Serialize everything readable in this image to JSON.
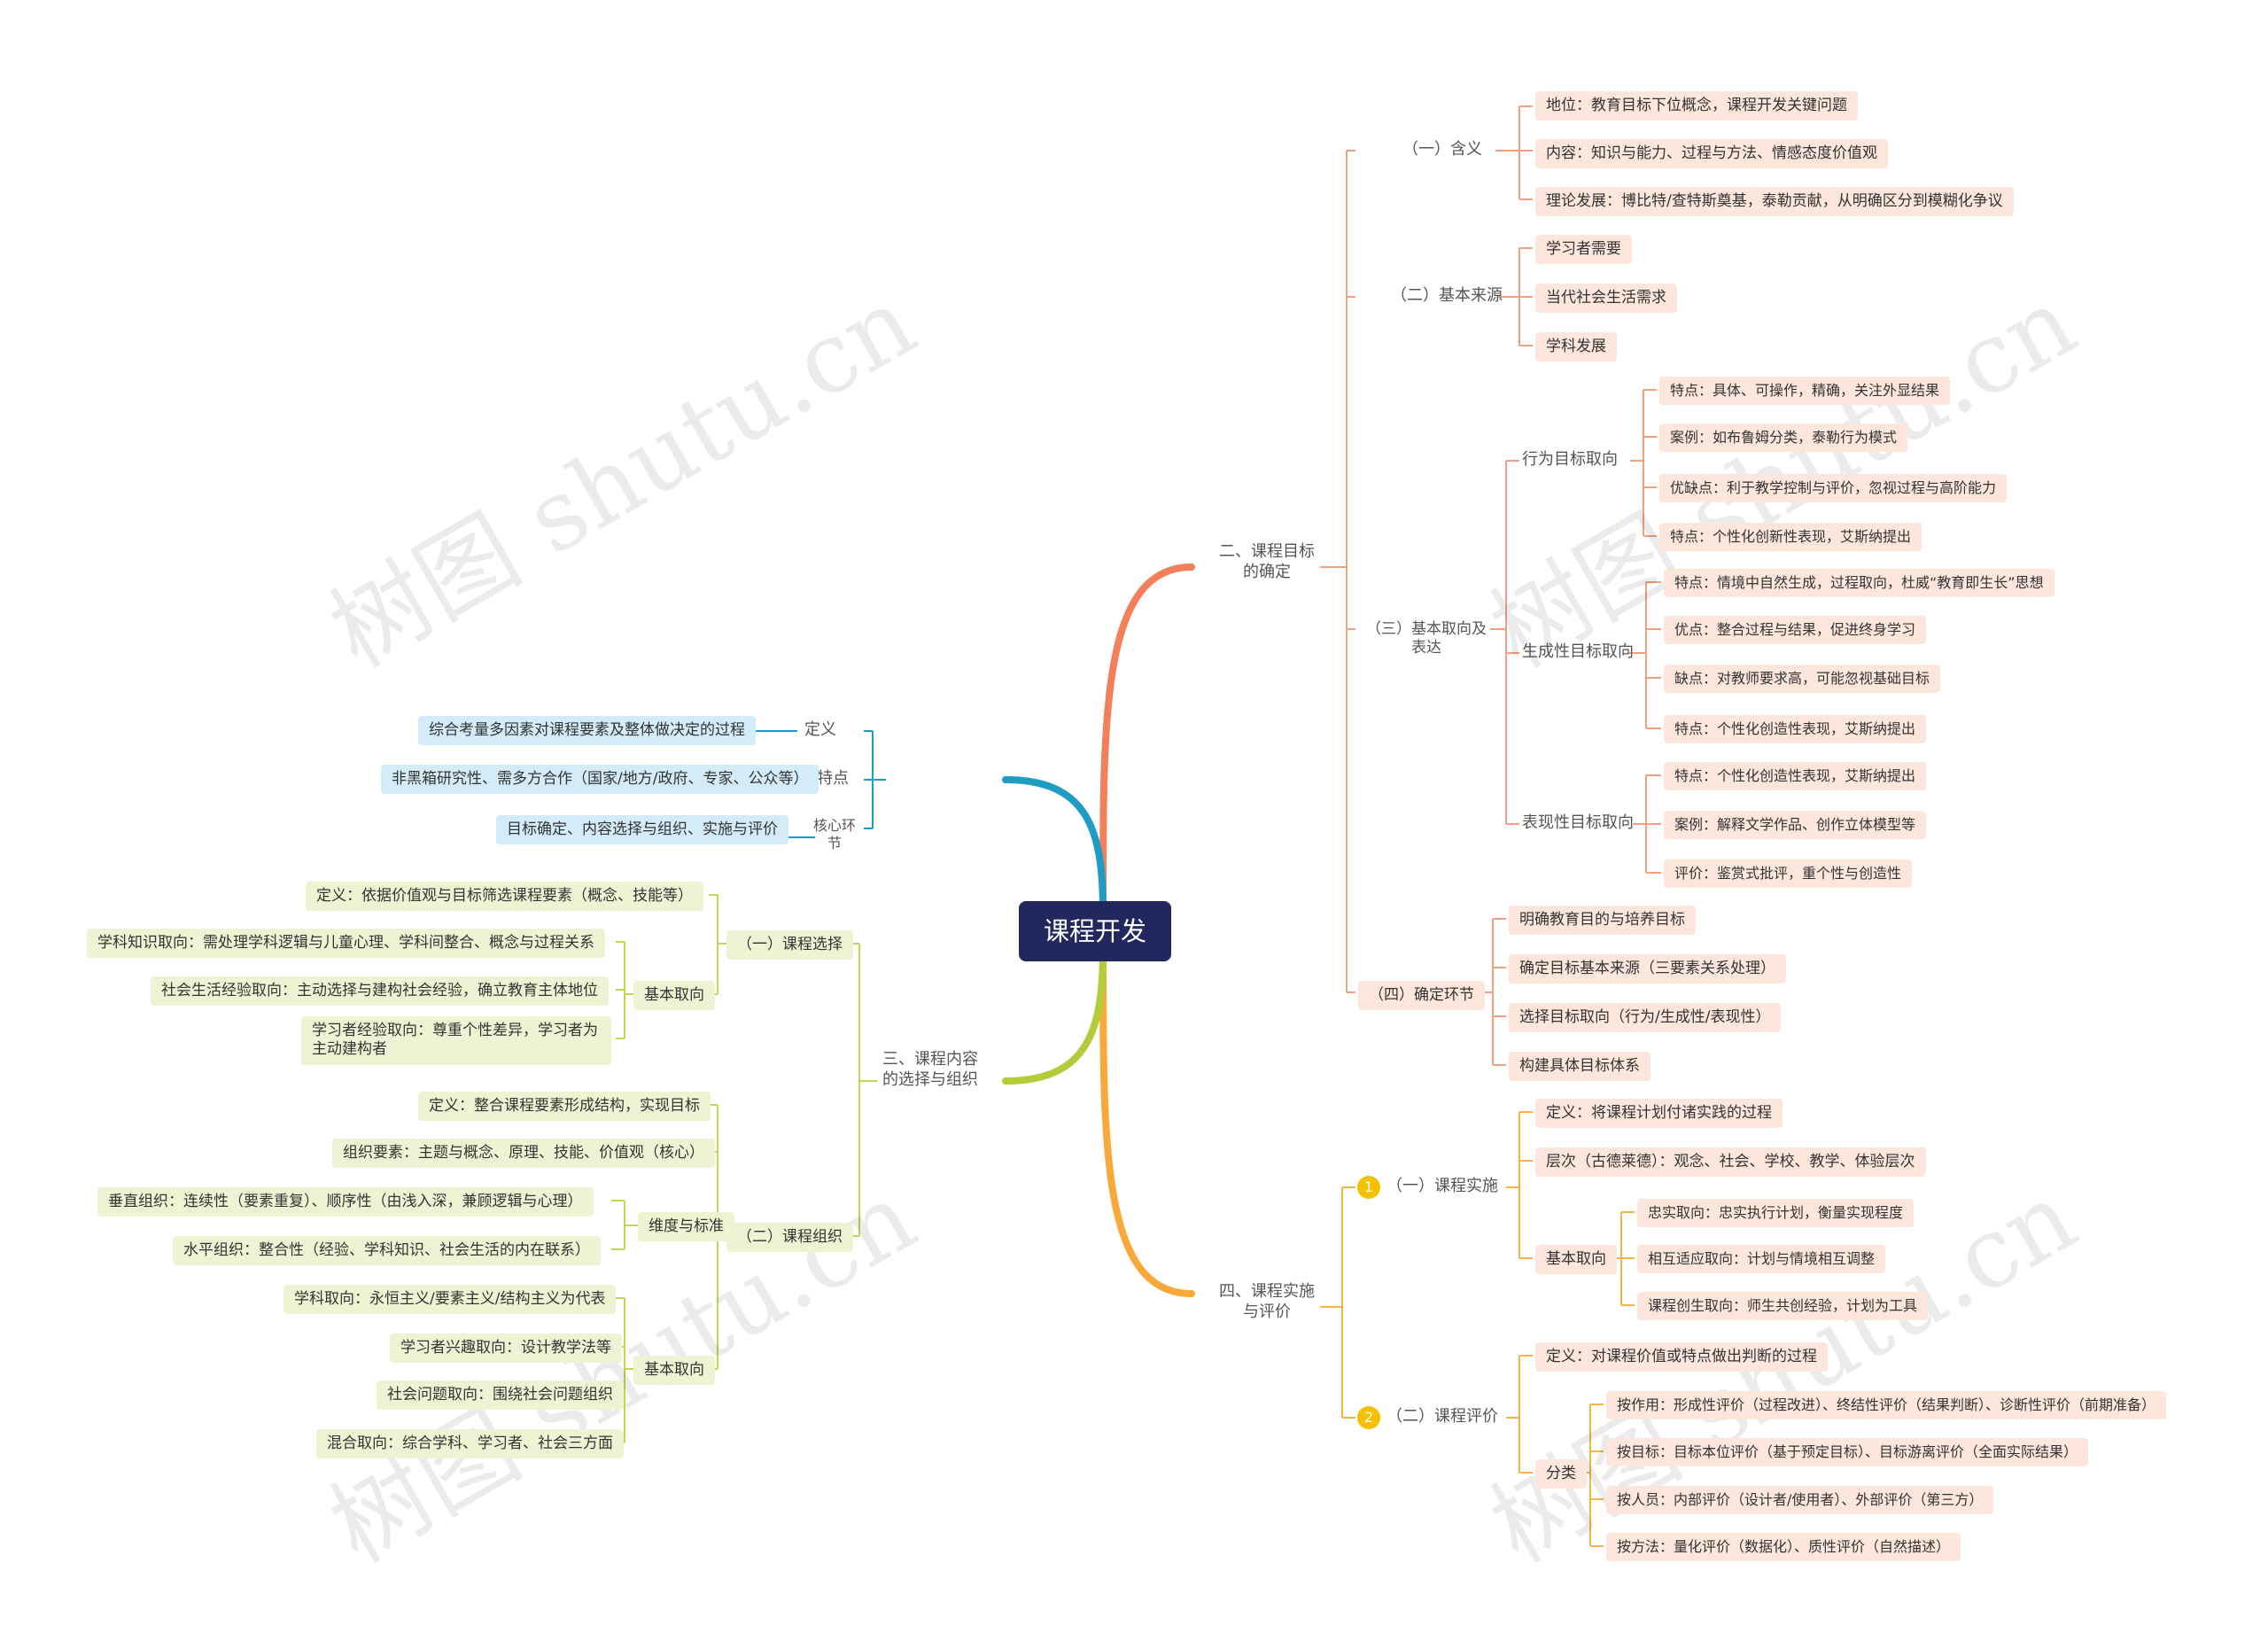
{
  "center": "课程开发",
  "left": {
    "one": {
      "items": [
        {
          "label": "定义",
          "detail": "综合考量多因素对课程要素及整体做决定的过程"
        },
        {
          "label": "特点",
          "detail": "非黑箱研究性、需多方合作（国家/地方/政府、专家、公众等）"
        },
        {
          "label": "核心环节",
          "detail": "目标确定、内容选择与组织、实施与评价"
        }
      ]
    },
    "three": {
      "label": "三、课程内容的选择与组织",
      "selection": {
        "label": "（一）课程选择",
        "def": "定义：依据价值观与目标筛选课程要素（概念、技能等）",
        "orient_label": "基本取向",
        "orient": [
          "学科知识取向：需处理学科逻辑与儿童心理、学科间整合、概念与过程关系",
          "社会生活经验取向：主动选择与建构社会经验，确立教育主体地位",
          "学习者经验取向：尊重个性差异，学习者为主动建构者"
        ]
      },
      "organization": {
        "label": "（二）课程组织",
        "def": "定义：整合课程要素形成结构，实现目标",
        "elements": "组织要素：主题与概念、原理、技能、价值观（核心）",
        "dim_label": "维度与标准",
        "dims": [
          "垂直组织：连续性（要素重复）、顺序性（由浅入深，兼顾逻辑与心理）",
          "水平组织：整合性（经验、学科知识、社会生活的内在联系）"
        ],
        "orient_label": "基本取向",
        "orient": [
          "学科取向：永恒主义/要素主义/结构主义为代表",
          "学习者兴趣取向：设计教学法等",
          "社会问题取向：围绕社会问题组织",
          "混合取向：综合学科、学习者、社会三方面"
        ]
      }
    }
  },
  "right": {
    "two": {
      "label": "二、课程目标的确定",
      "meaning": {
        "label": "（一）含义",
        "items": [
          "地位：教育目标下位概念，课程开发关键问题",
          "内容：知识与能力、过程与方法、情感态度价值观",
          "理论发展：博比特/查特斯奠基，泰勒贡献，从明确区分到模糊化争议"
        ]
      },
      "source": {
        "label": "（二）基本来源",
        "items": [
          "学习者需要",
          "当代社会生活需求",
          "学科发展"
        ]
      },
      "orientation": {
        "label": "（三）基本取向及表达",
        "behavior": {
          "label": "行为目标取向",
          "items": [
            "特点：具体、可操作，精确，关注外显结果",
            "案例：如布鲁姆分类，泰勒行为模式",
            "优缺点：利于教学控制与评价，忽视过程与高阶能力",
            "特点：个性化创新性表现，艾斯纳提出"
          ]
        },
        "generative": {
          "label": "生成性目标取向",
          "items": [
            "特点：情境中自然生成，过程取向，杜威“教育即生长”思想",
            "优点：整合过程与结果，促进终身学习",
            "缺点：对教师要求高，可能忽视基础目标",
            "特点：个性化创造性表现，艾斯纳提出"
          ]
        },
        "expressive": {
          "label": "表现性目标取向",
          "items": [
            "特点：个性化创造性表现，艾斯纳提出",
            "案例：解释文学作品、创作立体模型等",
            "评价：鉴赏式批评，重个性与创造性"
          ]
        }
      },
      "steps": {
        "label": "（四）确定环节",
        "items": [
          "明确教育目的与培养目标",
          "确定目标基本来源（三要素关系处理）",
          "选择目标取向（行为/生成性/表现性）",
          "构建具体目标体系"
        ]
      }
    },
    "four": {
      "label": "四、课程实施与评价",
      "impl": {
        "marker": "1",
        "label": "（一）课程实施",
        "def": "定义：将课程计划付诸实践的过程",
        "levels": "层次（古德莱德）：观念、社会、学校、教学、体验层次",
        "orient_label": "基本取向",
        "orient": [
          "忠实取向：忠实执行计划，衡量实现程度",
          "相互适应取向：计划与情境相互调整",
          "课程创生取向：师生共创经验，计划为工具"
        ]
      },
      "eval": {
        "marker": "2",
        "label": "（二）课程评价",
        "def": "定义：对课程价值或特点做出判断的过程",
        "class_label": "分类",
        "classes": [
          "按作用：形成性评价（过程改进）、终结性评价（结果判断）、诊断性评价（前期准备）",
          "按目标：目标本位评价（基于预定目标）、目标游离评价（全面实际结果）",
          "按人员：内部评价（设计者/使用者）、外部评价（第三方）",
          "按方法：量化评价（数据化）、质性评价（自然描述）"
        ]
      }
    }
  },
  "watermark": "树图 shutu.cn"
}
